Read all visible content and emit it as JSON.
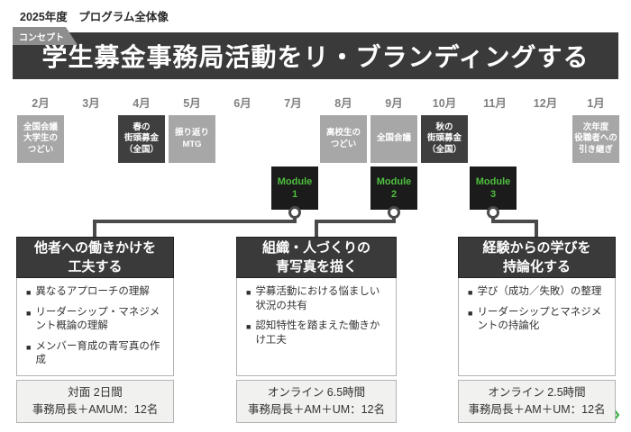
{
  "page": {
    "title": "2025年度　プログラム全体像"
  },
  "concept": {
    "tag": "コンセプト",
    "banner": "学生募金事務局活動をリ・ブランディングする"
  },
  "timeline": {
    "months": [
      "2月",
      "3月",
      "4月",
      "5月",
      "6月",
      "7月",
      "8月",
      "9月",
      "10月",
      "11月",
      "12月",
      "1月"
    ],
    "events": [
      {
        "month": "2月",
        "label": "全国会議\n大学生の\nつどい",
        "style": "light"
      },
      {
        "month": "4月",
        "label": "春の\n街頭募金\n（全国）",
        "style": "dark"
      },
      {
        "month": "5月",
        "label": "振り返り\nMTG",
        "style": "light"
      },
      {
        "month": "8月",
        "label": "高校生の\nつどい",
        "style": "light"
      },
      {
        "month": "9月",
        "label": "全国会議",
        "style": "light"
      },
      {
        "month": "10月",
        "label": "秋の\n街頭募金\n（全国）",
        "style": "dark"
      },
      {
        "month": "1月",
        "label": "次年度\n役職者への\n引き継ぎ",
        "style": "light"
      }
    ]
  },
  "modules": [
    {
      "label": "Module",
      "number": "1"
    },
    {
      "label": "Module",
      "number": "2"
    },
    {
      "label": "Module",
      "number": "3"
    }
  ],
  "columns": [
    {
      "title": "他者への働きかけを\n工夫する",
      "bullets": [
        "異なるアプローチの理解",
        "リーダーシップ・マネジメント概論の理解",
        "メンバー育成の青写真の作成"
      ],
      "footer": "対面 2日間\n事務局長＋AMUM：12名"
    },
    {
      "title": "組織・人づくりの\n青写真を描く",
      "bullets": [
        "学募活動における悩ましい状況の共有",
        "認知特性を踏まえた働きかけ工夫"
      ],
      "footer": "オンライン 6.5時間\n事務局長＋AM＋UM：12名"
    },
    {
      "title": "経験からの学びを\n持論化する",
      "bullets": [
        "学び（成功／失敗）の整理",
        "リーダーシップとマネジメントの持論化"
      ],
      "footer": "オンライン 2.5時間\n事務局長＋AM＋UM：12名"
    }
  ],
  "colors": {
    "banner_bg": "#3a3a3a",
    "tab_bg": "#8e8e8e",
    "event_light": "#a7a7a7",
    "event_dark": "#3f3f3f",
    "module_bg": "#1b1b1b",
    "module_green": "#4fbf3f",
    "month_color": "#808080",
    "logo_green": "#43b049"
  }
}
